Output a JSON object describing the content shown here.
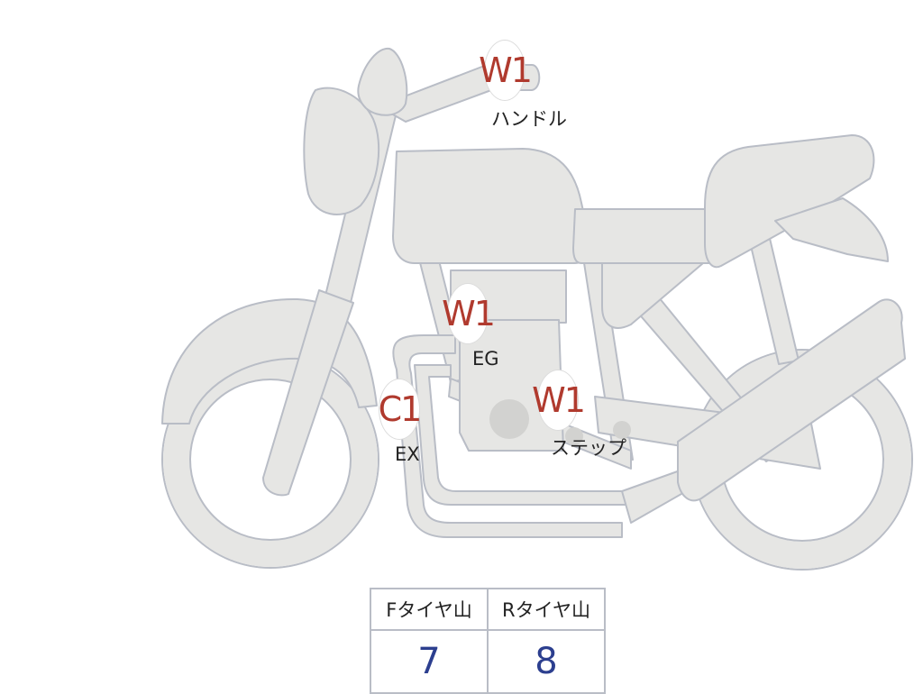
{
  "markers": {
    "handle": {
      "code": "W1",
      "label": "ハンドル"
    },
    "engine": {
      "code": "W1",
      "label": "EG"
    },
    "step": {
      "code": "W1",
      "label": "ステップ"
    },
    "exhaust": {
      "code": "C1",
      "label": "EX"
    }
  },
  "tyre_table": {
    "front": {
      "header": "Fタイヤ山",
      "value": "7"
    },
    "rear": {
      "header": "Rタイヤ山",
      "value": "8"
    }
  },
  "colors": {
    "marker_text": "#b03a2e",
    "table_value": "#2c3f8f",
    "bike_fill": "#e6e6e4",
    "bike_outline": "#b9bdc6"
  }
}
